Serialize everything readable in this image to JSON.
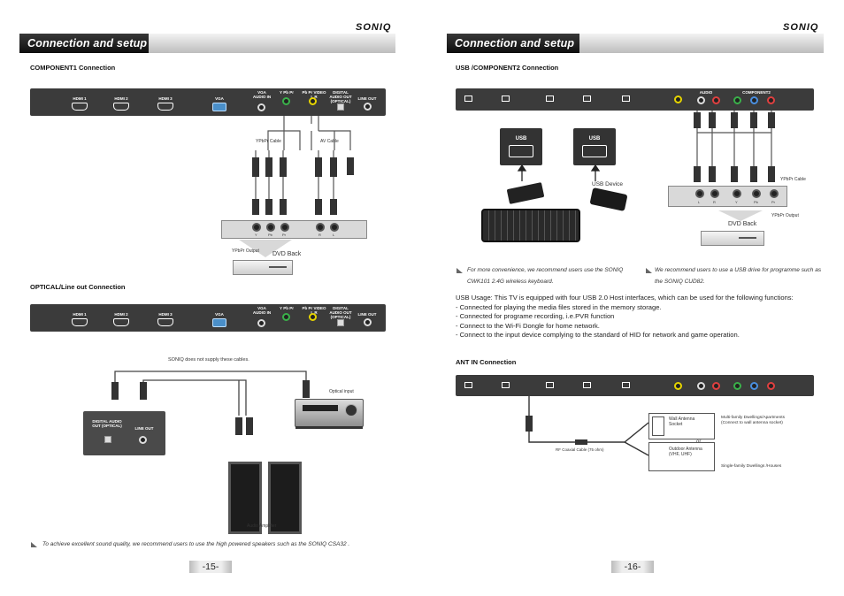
{
  "brand": "SONIQ",
  "header_title": "Connection and setup",
  "pages": [
    {
      "number": "-15-"
    },
    {
      "number": "-16-"
    }
  ],
  "left": {
    "component1": {
      "title": "COMPONENT1 Connection",
      "panel": [
        "HDMI 1",
        "HDMI 2",
        "HDMI 3",
        "VGA",
        "VGA AUDIO IN",
        "Y Pb Pr",
        "Pb Pr VIDEO L R",
        "DIGITAL AUDIO OUT (OPTICAL)",
        "LINE OUT"
      ],
      "ypbpr_cable": "YPbPr Cable",
      "av_cable": "AV Cable",
      "dvd_ports": [
        "Y",
        "Pb",
        "Pr",
        "R",
        "L"
      ],
      "ypbpr_output": "YPbPr Output",
      "dvd_back": "DVD Back"
    },
    "optical": {
      "title": "OPTICAL/Line out Connection",
      "panel": [
        "HDMI 1",
        "HDMI 2",
        "HDMI 3",
        "VGA",
        "VGA AUDIO IN",
        "Y Pb Pr",
        "Pb Pr VIDEO L R",
        "DIGITAL AUDIO OUT (OPTICAL)",
        "LINE OUT"
      ],
      "no_supply": "SONIQ does not supply these cables.",
      "optical_input": "Optical input",
      "box_digital": "DIGITAL AUDIO OUT (OPTICAL)",
      "box_line": "LINE OUT",
      "audio_amplifier": "Audio Amplifier"
    },
    "note": "To achieve excellent sound quality, we recommend users to use the high powered speakers such as the SONIQ CSA32 ."
  },
  "right": {
    "usb": {
      "title": "USB /COMPONENT2 Connection",
      "usb_label": "USB",
      "usb_device": "USB Device",
      "component2": "COMPONENT2",
      "audio": "AUDIO",
      "ypbpr_cable": "YPbPr Cable",
      "ypbpr_output": "YPbPr Output",
      "dvd_back": "DVD Back",
      "dvd_ports": [
        "L",
        "R",
        "Y",
        "Pb",
        "Pr"
      ]
    },
    "note1": "For more convenience, we recommend users use the SONIQ CWK101 2.4G wireless keyboard.",
    "note2": "We recommend users to use a USB drive for programme such as the SONIQ CUD82.",
    "usage": [
      "USB Usage: This TV is equipped with four USB 2.0 Host interfaces, which can be used for the following functions:",
      "- Connected for playing the media files stored in the memory storage.",
      "- Connected for programe recording, i.e.PVR function",
      "- Connect to the Wi-Fi Dongle for home network.",
      "- Connect to the input device complying to the standard of HID for network and game operation."
    ],
    "ant": {
      "title": "ANT IN Connection",
      "wall_socket": "Wall Antenna Socket",
      "multi": "Multi-family Dwellings/Apartments (Connect to wall antenna socket)",
      "or": "or",
      "outdoor": "Outdoor Antenna (VHF, UHF)",
      "single": "Single-family Dwellings /Houses",
      "rf_cable": "RF Coaxial Cable (75 ohm)"
    }
  }
}
